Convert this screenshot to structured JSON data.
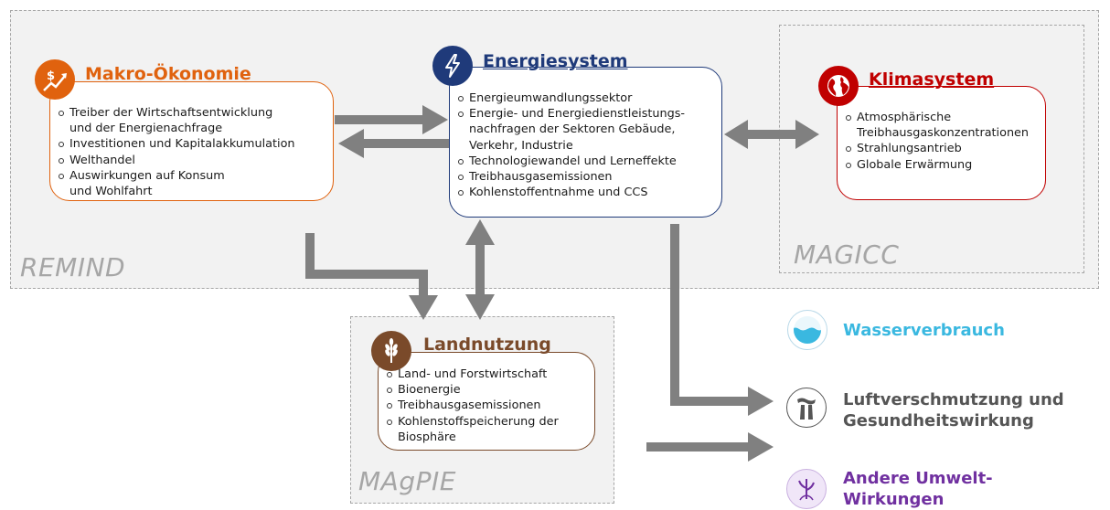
{
  "colors": {
    "makro": "#e0620e",
    "energie": "#1f3a7a",
    "klima": "#c00000",
    "land": "#7a4a2a",
    "wasser": "#3ab8e0",
    "luft": "#555555",
    "umwelt": "#7030a0",
    "arrow": "#808080"
  },
  "models": {
    "remind": "REMIND",
    "magicc": "MAGICC",
    "magpie": "MAgPIE"
  },
  "makro": {
    "title": "Makro-Ökonomie",
    "icon": "growth-chart-dollar-icon",
    "items": [
      "Treiber der Wirtschaftsentwicklung",
      "Investitionen und Kapitalakkumulation",
      "Welthandel",
      "Auswirkungen auf Konsum"
    ],
    "item0_cont": "und der Energienachfrage",
    "item3_cont": "und Wohlfahrt"
  },
  "energie": {
    "title": "Energiesystem",
    "icon": "lightning-icon",
    "items": [
      "Energieumwandlungssektor",
      "Energie- und Energiedienstleistungs-",
      "Technologiewandel und Lerneffekte",
      "Treibhausgasemissionen",
      "Kohlenstoffentnahme und CCS"
    ],
    "item1_cont1": "nachfragen der Sektoren Gebäude,",
    "item1_cont2": "Verkehr, Industrie"
  },
  "klima": {
    "title": "Klimasystem",
    "icon": "globe-icon",
    "items": [
      "Atmosphärische",
      "Strahlungsantrieb",
      "Globale Erwärmung"
    ],
    "item0_cont": "Treibhausgaskonzentrationen"
  },
  "land": {
    "title": "Landnutzung",
    "icon": "wheat-icon",
    "items": [
      "Land- und Forstwirtschaft",
      "Bioenergie",
      "Treibhausgasemissionen",
      "Kohlenstoffspeicherung der"
    ],
    "item3_cont": "Biosphäre"
  },
  "impacts": {
    "wasser": {
      "label": "Wasserverbrauch",
      "icon": "water-icon"
    },
    "luft": {
      "line1": "Luftverschmutzung und",
      "line2": "Gesundheitswirkung",
      "icon": "smokestack-icon"
    },
    "umwelt": {
      "line1": "Andere Umwelt-",
      "line2": "Wirkungen",
      "icon": "plant-roots-icon"
    }
  }
}
